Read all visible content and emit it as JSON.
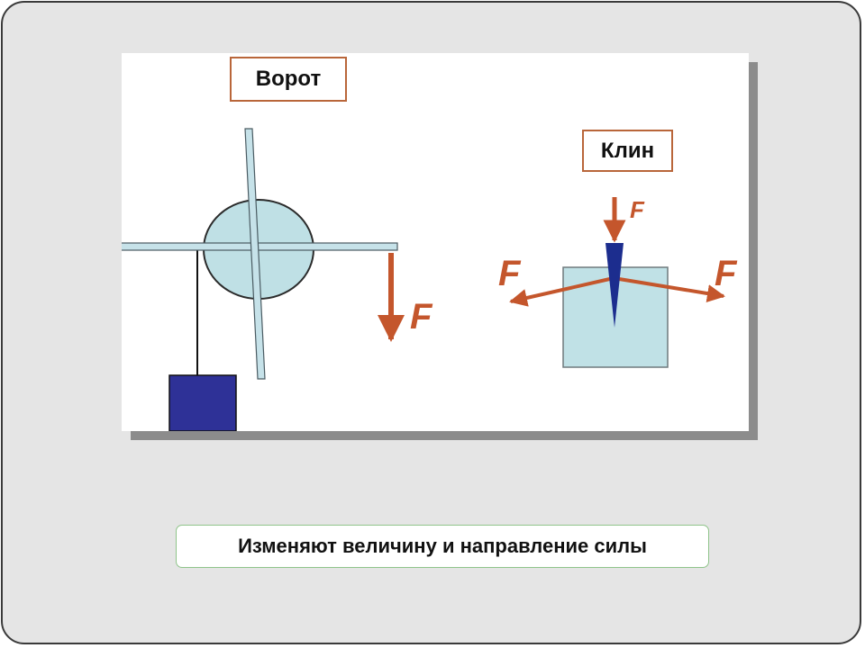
{
  "diagram": {
    "vorot_label": "Ворот",
    "klin_label": "Клин",
    "force_label": "F",
    "colors": {
      "wheel_fill": "#bfe0e5",
      "rod_fill": "#c6e2e9",
      "load_fill": "#2e3197",
      "arrow": "#c4562c",
      "wedge": "#1c2d8e",
      "block_fill": "#c0e1e6"
    }
  },
  "caption": "Изменяют величину и направление силы"
}
